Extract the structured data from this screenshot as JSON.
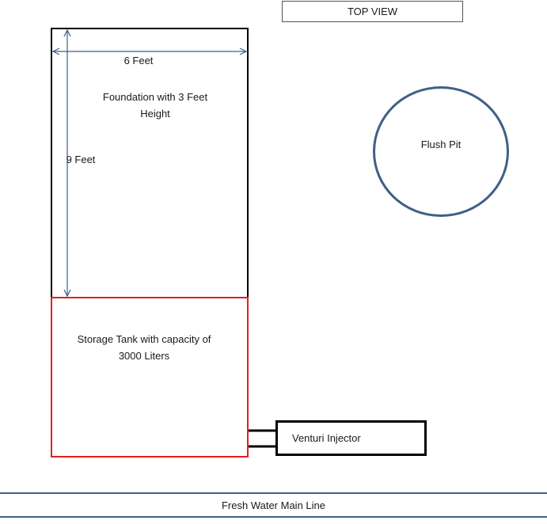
{
  "diagram": {
    "title": "TOP VIEW",
    "foundation": {
      "width_label": "6 Feet",
      "height_label": "9 Feet",
      "label_line1": "Foundation with 3 Feet",
      "label_line2": "Height"
    },
    "tank": {
      "label_line1": "Storage Tank with capacity of",
      "label_line2": "3000 Liters"
    },
    "venturi": {
      "label": "Venturi Injector"
    },
    "flush_pit": {
      "label": "Flush Pit"
    },
    "main_line": {
      "label": "Fresh Water Main Line"
    },
    "colors": {
      "foundation_border": "#000000",
      "tank_border": "#e02020",
      "dimension_arrows": "#3e5f88",
      "flush_pit_border": "#3e5f88",
      "main_line": "#3e5f88"
    }
  }
}
